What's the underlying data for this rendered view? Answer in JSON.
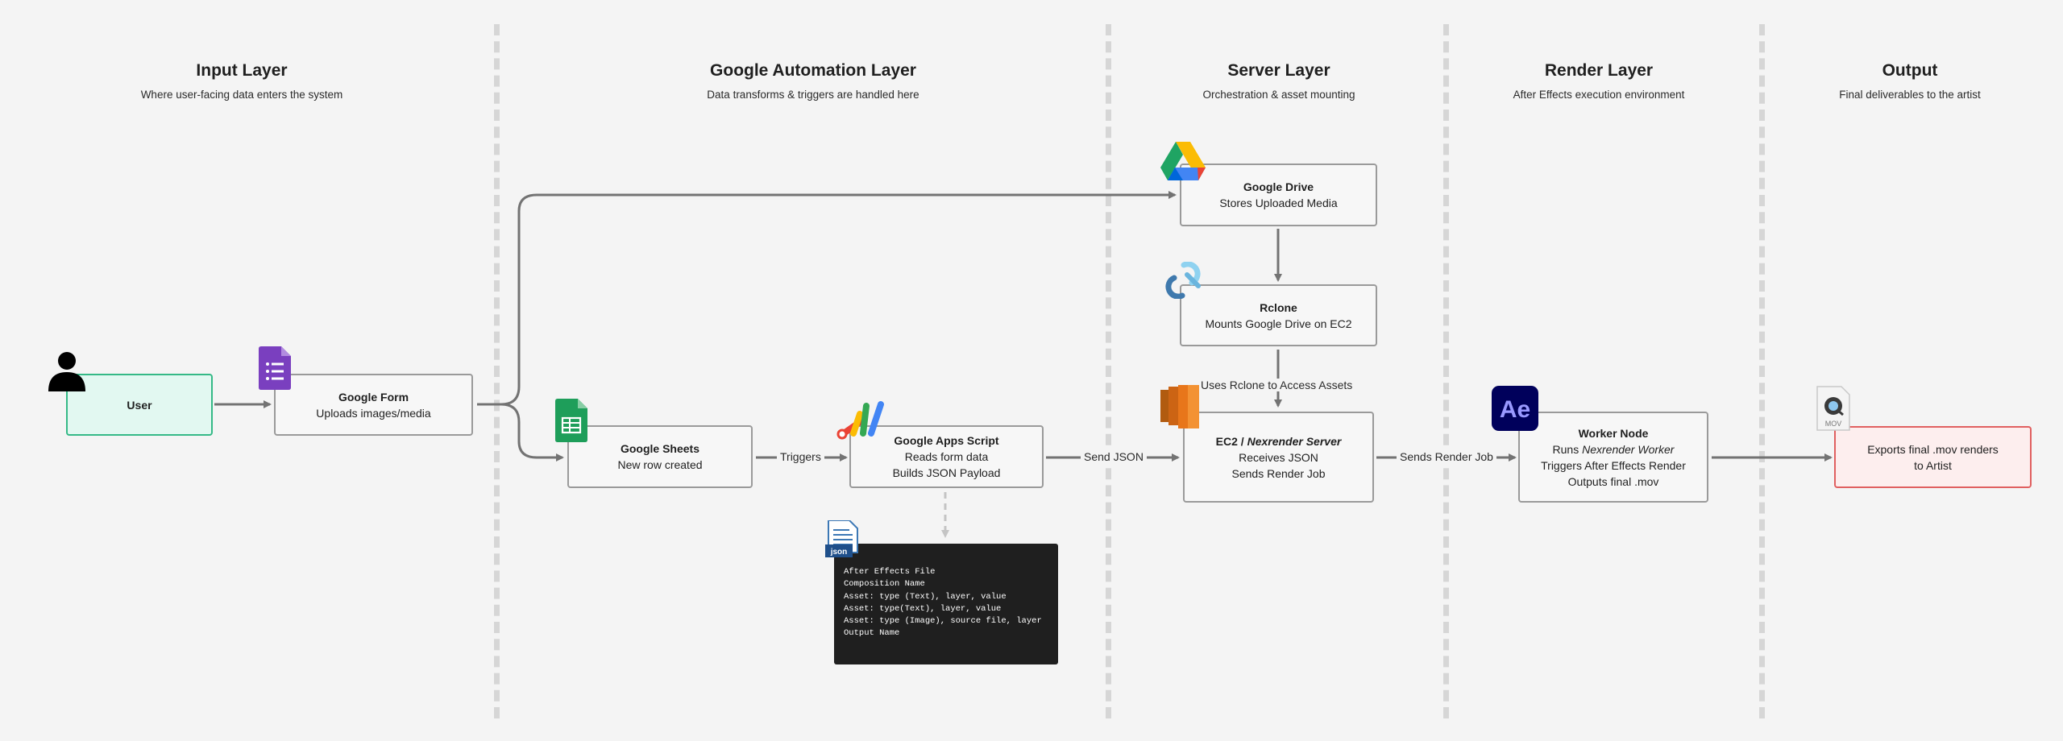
{
  "layers": [
    {
      "title": "Input Layer",
      "subtitle": "Where user-facing data enters the system"
    },
    {
      "title": "Google Automation Layer",
      "subtitle": "Data transforms & triggers are handled here"
    },
    {
      "title": "Server Layer",
      "subtitle": "Orchestration & asset mounting"
    },
    {
      "title": "Render Layer",
      "subtitle": "After Effects execution environment"
    },
    {
      "title": "Output",
      "subtitle": "Final deliverables to the artist"
    }
  ],
  "nodes": {
    "user": {
      "title": "User"
    },
    "google_form": {
      "title": "Google Form",
      "line1": "Uploads images/media"
    },
    "google_sheets": {
      "title": "Google Sheets",
      "line1": "New row created"
    },
    "apps_script": {
      "title": "Google Apps Script",
      "line1": "Reads form data",
      "line2": "Builds JSON Payload"
    },
    "google_drive": {
      "title": "Google Drive",
      "line1": "Stores Uploaded Media"
    },
    "rclone": {
      "title": "Rclone",
      "line1": "Mounts Google Drive on EC2"
    },
    "ec2": {
      "title_prefix": "EC2 / ",
      "title_em": "Nexrender Server",
      "line1": "Receives JSON",
      "line2": "Sends Render Job"
    },
    "worker": {
      "title": "Worker Node",
      "line1_prefix": "Runs ",
      "line1_em": "Nexrender Worker",
      "line2": "Triggers After Effects Render",
      "line3": "Outputs final .mov"
    },
    "output": {
      "line1": "Exports final .mov renders",
      "line2": "to Artist"
    }
  },
  "edge_labels": {
    "triggers": "Triggers",
    "send_json": "Send JSON",
    "uses_rclone": "Uses Rclone to Access Assets",
    "sends_render_job": "Sends Render Job"
  },
  "json_payload": {
    "lines": [
      "After Effects File",
      "Composition Name",
      "Asset: type (Text), layer, value",
      "Asset: type(Text), layer, value",
      "Asset: type (Image), source file, layer",
      "Output Name"
    ]
  },
  "icon_labels": {
    "json_file": "json",
    "mov_file": "MOV",
    "after_effects": "Ae"
  },
  "colors": {
    "arrow": "#737373",
    "user_fill": "#e2f8f1",
    "user_border": "#35b987",
    "output_fill": "#fdeeee",
    "output_border": "#e06060",
    "divider": "#d6d6d6",
    "sheets_green": "#1e9e5a",
    "forms_purple": "#7a3fbf",
    "aws_orange": "#e8761a",
    "ae_navy": "#00005b",
    "ae_purple": "#9999ff"
  }
}
